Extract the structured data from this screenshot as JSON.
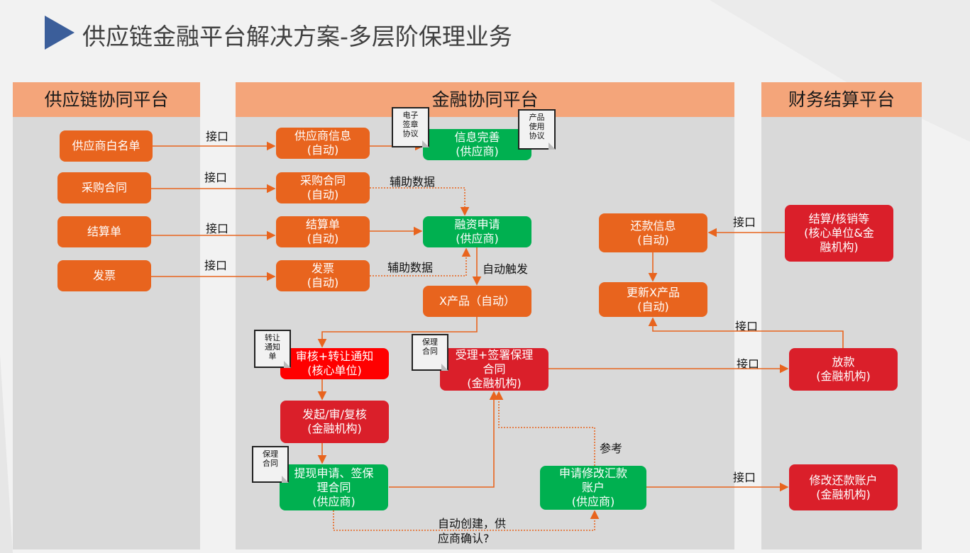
{
  "title": "供应链金融平台解决方案-多层阶保理业务",
  "columns": {
    "left": "供应链协同平台",
    "middle": "金融协同平台",
    "right": "财务结算平台"
  },
  "left_boxes": [
    "供应商白名单",
    "采购合同",
    "结算单",
    "发票"
  ],
  "middle": {
    "supplier_info": "供应商信息\n(自动)",
    "purchase": "采购合同\n(自动)",
    "settlement": "结算单\n(自动)",
    "invoice": "发票\n(自动)",
    "info_complete": "信息完善\n(供应商)",
    "finance_apply": "融资申请\n(供应商)",
    "x_product": "X产品（自动）",
    "review": "审核+转让通知\n(核心单位)",
    "initiate": "发起/审/复核\n(金融机构)",
    "withdraw": "提现申请、签保\n理合同\n(供应商)",
    "accept": "受理+签署保理\n合同\n(金融机构)",
    "modify_apply": "申请修改汇款\n账户\n(供应商)"
  },
  "right": {
    "repay_info": "还款信息\n(自动)",
    "update_x": "更新X产品\n(自动)",
    "settle": "结算/核销等\n(核心单位&金\n融机构)",
    "loan": "放款\n(金融机构)",
    "modify_account": "修改还款账户\n(金融机构)"
  },
  "docs": {
    "esign": "电子\n签章\n协议",
    "product": "产品\n使用\n协议",
    "transfer": "转让\n通知\n单",
    "factoring1": "保理\n合同",
    "factoring2": "保理\n合同"
  },
  "labels": {
    "interface": "接口",
    "aux_data": "辅助数据",
    "auto_trigger": "自动触发",
    "reference": "参考",
    "auto_create": "自动创建，供\n应商确认?"
  },
  "colors": {
    "orange": "#e8641e",
    "green": "#00b050",
    "red": "#da1f2a",
    "header": "#f4a57a"
  }
}
